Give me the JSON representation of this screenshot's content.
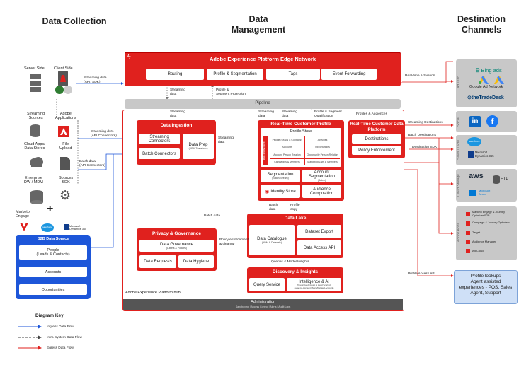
{
  "headers": {
    "collection": "Data Collection",
    "management": "Data\nManagement",
    "destination": "Destination\nChannels"
  },
  "edge": {
    "title": "Adobe Experience Platform Edge Network",
    "items": [
      "Routing",
      "Profile & Segmentation",
      "Tags",
      "Event Forwarding"
    ]
  },
  "pipeline": "Pipeline",
  "hub_label": "Adobe Experience Platform hub",
  "admin": {
    "title": "Administration",
    "sub": "Sandboxing | Access Control | Alerts | Audit Logs"
  },
  "ingestion": {
    "title": "Data Ingestion",
    "streaming": "Streaming Connectors",
    "batch": "Batch Connectors",
    "prep": "Data Prep",
    "prep_sub": "(XDM Transform)"
  },
  "rtcp": {
    "title": "Real-Time Customer Profile",
    "store": "Profile Store",
    "b2b": "B2B Entity Store",
    "cells": [
      "People (Leads & Contacts)",
      "Activities",
      "Accounts",
      "Opportunities",
      "Opportunity Person Relation",
      "Account Person Relation",
      "Campaigns & Members",
      "Marketing Lists & Members"
    ],
    "seg": "Segmentation",
    "seg_sub": "(Batch/Stream)",
    "acct_seg": "Account Segmentation",
    "acct_seg_sub": "(Batch)",
    "identity": "Identity Store",
    "audience": "Audience Composition"
  },
  "rtcdp": {
    "title": "Real-Time Customer Data Platform",
    "destinations": "Destinations",
    "policy": "Policy Enforcement"
  },
  "privacy": {
    "title": "Privacy & Governance",
    "gov": "Data Governance",
    "gov_sub": "(Labels & Policies)",
    "requests": "Data Requests",
    "hygiene": "Data Hygiene"
  },
  "lake": {
    "title": "Data Lake",
    "catalogue": "Data Catalogue",
    "catalogue_sub": "(XDM & Datasets)",
    "export": "Dataset Export",
    "access": "Data Access API"
  },
  "insights": {
    "title": "Discovery & Insights",
    "query": "Query Service",
    "ai": "Intelligence & AI",
    "ai_sub": "(Predictive Account & Lead Scoring)\n(Lead-to-Account Match/Related Account)"
  },
  "sources": {
    "server": "Server Side",
    "client": "Client Side",
    "streaming_sources": "Streaming\nSources",
    "adobe_apps": "Adobe\nApplications",
    "cloud_apps": "Cloud Apps/\nData Stores",
    "file_upload": "File\nUpload",
    "enterprise": "Enterprise\nDW / MDM",
    "sources_sdk": "Sources\nSDK",
    "marketo": "Marketo\nEngage",
    "salesforce": "salesforce",
    "dynamics": "Microsoft\nDynamics 365"
  },
  "b2b_source": {
    "title": "B2B Data Source",
    "items": [
      "People\n(Leads & Contacts)",
      "Accounts",
      "Opportunities"
    ]
  },
  "flow_labels": {
    "streaming_api_sdk": "Streaming data\n(API, SDK)",
    "realtime_activation": "Real-time Activation",
    "streaming_data": "Streaming\ndata",
    "profile_seg_projection": "Profile &\nSegment Projection",
    "streaming_api_conn": "Streaming data\n(API Connectors)",
    "batch_api_conn": "Batch data\n(API Connectors)",
    "streaming_data2": "Streaming\ndata",
    "streaming_data3": "Streaming\ndata",
    "streaming_data4": "Streaming\ndata",
    "streaming_data5": "Streaming\ndata",
    "profile_seg_qual": "Profile & Segment\nQualification",
    "profiles_audiences": "Profiles & Audiences",
    "streaming_destinations": "Streaming Destinations",
    "batch_destinations": "Batch Destinations",
    "destination_sdk": "Destination SDK",
    "batch_data": "Batch data",
    "policy_cleanup": "Policy enforcement\n& cleanup",
    "batch_data2": "Batch\ndata",
    "profile_copy": "Profile\ncopy",
    "queries": "Queries & Model Insights",
    "profile_access_api": "Profile Access API"
  },
  "destinations": {
    "ad_tech": "Ad Tech",
    "bing": "Bing ads",
    "google": "Google Ad Network",
    "tradedesk": "theTradeDesk",
    "social": "Social",
    "sales_crm": "Sales / CRM",
    "salesforce": "salesforce",
    "dynamics": "Microsoft\nDynamics 365",
    "cloud_storage": "Cloud Storage",
    "aws": "aws",
    "ftp": "FTP",
    "azure": "Microsoft\nAzure",
    "adobe_apps": "Adobe Apps",
    "apps": [
      "Marketo Engage & Journey Optimizer B2B",
      "Campaign & Journey Optimizer",
      "Target",
      "Audience Manager",
      "Ad Cloud"
    ]
  },
  "profile_lookups": "Profile lookups\nAgent assisted\nexperiences - POS, Sales\nAgent, Support",
  "key": {
    "title": "Diagram Key",
    "ingress": "Ingress Data Flow",
    "intra": "Intra System Data Flow",
    "egress": "Egress Data Flow"
  },
  "colors": {
    "red": "#e0211e",
    "blue": "#1d56d9",
    "gray": "#c8c8c8"
  }
}
